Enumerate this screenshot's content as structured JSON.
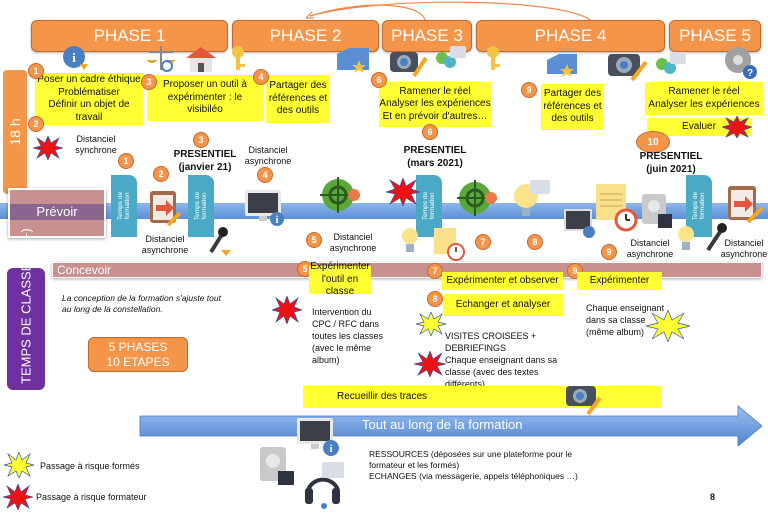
{
  "phases": [
    {
      "label": "PHASE 1"
    },
    {
      "label": "PHASE 2"
    },
    {
      "label": "PHASE 3"
    },
    {
      "label": "PHASE 4"
    },
    {
      "label": "PHASE 5"
    }
  ],
  "left_labels": {
    "hours": "18 h",
    "prevoir": "Prévoir",
    "concevoir": "Concevoir",
    "temps_classe": "TEMPS DE CLASSE (6h+)"
  },
  "top_boxes": {
    "box1": [
      "Poser un cadre éthique",
      "Problématiser",
      "Définir un objet de",
      "travail"
    ],
    "box3": [
      "Proposer un outil à",
      "expérimenter : le",
      "visibiléo"
    ],
    "box4": [
      "Partager des",
      "références et",
      "des outils"
    ],
    "box6": [
      "Ramener le réel",
      "Analyser les expériences",
      "Et en prévoir d'autres…"
    ],
    "box9": [
      "Partager des",
      "références et",
      "des outils"
    ],
    "box10a": [
      "Ramener le réel",
      "Analyser les expériences"
    ],
    "box10b": "Evaluer"
  },
  "step_numbers": [
    "1",
    "2",
    "3",
    "4",
    "5",
    "6",
    "7",
    "8",
    "9",
    "10"
  ],
  "timeline": {
    "dist_sync": [
      "Distanciel",
      "synchrone"
    ],
    "dist_async": [
      "Distanciel",
      "asynchrone"
    ],
    "presentiel1": [
      "PRESENTIEL",
      "(janvier 21)"
    ],
    "presentiel2": [
      "PRESENTIEL",
      "(mars 2021)"
    ],
    "presentiel3": [
      "PRESENTIEL",
      "(juin 2021)"
    ],
    "temps_formation": [
      "Temps de",
      "formation"
    ]
  },
  "class_boxes": {
    "exp5": [
      "Expérimenter",
      "l'outil en classe"
    ],
    "exp7": "Expérimenter et observer",
    "ech8": "Echanger et analyser",
    "exp9": "Expérimenter",
    "traces": "Recueillir des traces"
  },
  "class_notes": {
    "conception": [
      "La conception de la formation s'ajuste tout",
      "au long de la constellation."
    ],
    "intervention": [
      "Intervention du",
      "CPC / RFC dans",
      "toutes les classes",
      "(avec le même",
      "album)"
    ],
    "visites": [
      "VISITES CROISEES +",
      "DEBRIEFINGS",
      "Chaque enseignant dans sa",
      "classe (avec des textes",
      "différents)"
    ],
    "chaque": [
      "Chaque enseignant",
      "dans sa classe",
      "(même album)"
    ]
  },
  "summary_box": [
    "5 PHASES",
    "10 ETAPES"
  ],
  "bottom": {
    "arrow_label": "Tout au long de la formation",
    "resources": [
      "RESSOURCES (déposées sur une plateforme pour le",
      "formateur et les formés)",
      "ECHANGES (via messagerie, appels téléphoniques …)"
    ]
  },
  "legend": [
    {
      "label": "Passage à risque formés",
      "color": "#ffff33"
    },
    {
      "label": "Passage à risque formateur",
      "color": "#ee1111"
    }
  ],
  "page_number": "8",
  "colors": {
    "phase_orange": "#f4954a",
    "highlight_yellow": "#ffff33",
    "band_blue": "#5b8fd6",
    "prevoir_rose": "#c99090",
    "classe_purple": "#7030a0",
    "tag_teal": "#4aa9c6"
  }
}
